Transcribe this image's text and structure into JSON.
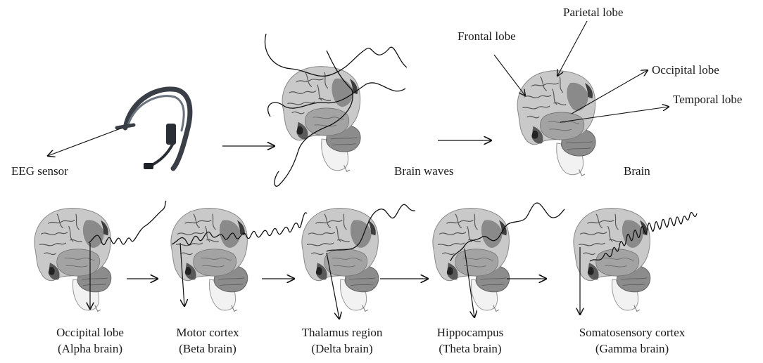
{
  "top_labels": {
    "eeg_sensor": "EEG sensor",
    "brain_waves": "Brain waves",
    "brain": "Brain"
  },
  "lobe_labels": {
    "frontal": "Frontal lobe",
    "parietal": "Parietal lobe",
    "occipital": "Occipital lobe",
    "temporal": "Temporal lobe"
  },
  "wave_regions": [
    {
      "region": "Occipital lobe",
      "wave": "(Alpha brain)"
    },
    {
      "region": "Motor cortex",
      "wave": "(Beta brain)"
    },
    {
      "region": "Thalamus region",
      "wave": "(Delta brain)"
    },
    {
      "region": "Hippocampus",
      "wave": "(Theta brain)"
    },
    {
      "region": "Somatosensory cortex",
      "wave": "(Gamma brain)"
    }
  ],
  "colors": {
    "brain_fill": "#bdbdbd",
    "brain_dark": "#7a7a7a",
    "brain_light": "#d9d9d9",
    "stem": "#f2f2f2",
    "ink": "#111111",
    "headset": "#3a3f47"
  }
}
